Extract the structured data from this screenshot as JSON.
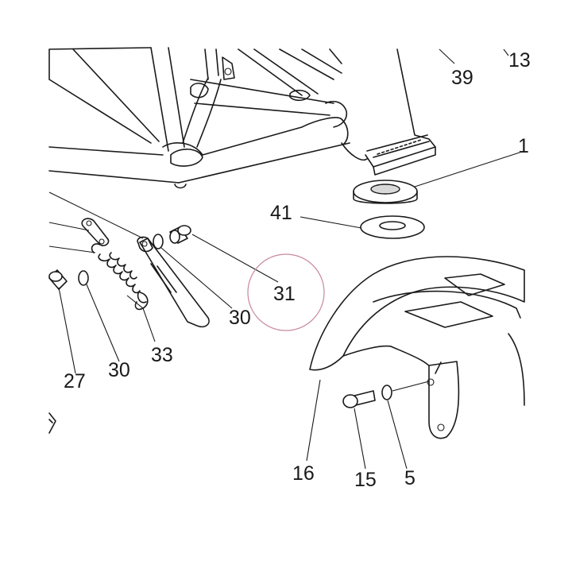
{
  "callouts": {
    "c39": "39",
    "c13": "13",
    "c1": "1",
    "c41": "41",
    "c31": "31",
    "c30a": "30",
    "c30b": "30",
    "c33": "33",
    "c27": "27",
    "c16": "16",
    "c15": "15",
    "c5": "5"
  },
  "colors": {
    "line": "#1a1a1a",
    "highlight_ring": "#c8879a",
    "shade": "#d9d9d9"
  }
}
